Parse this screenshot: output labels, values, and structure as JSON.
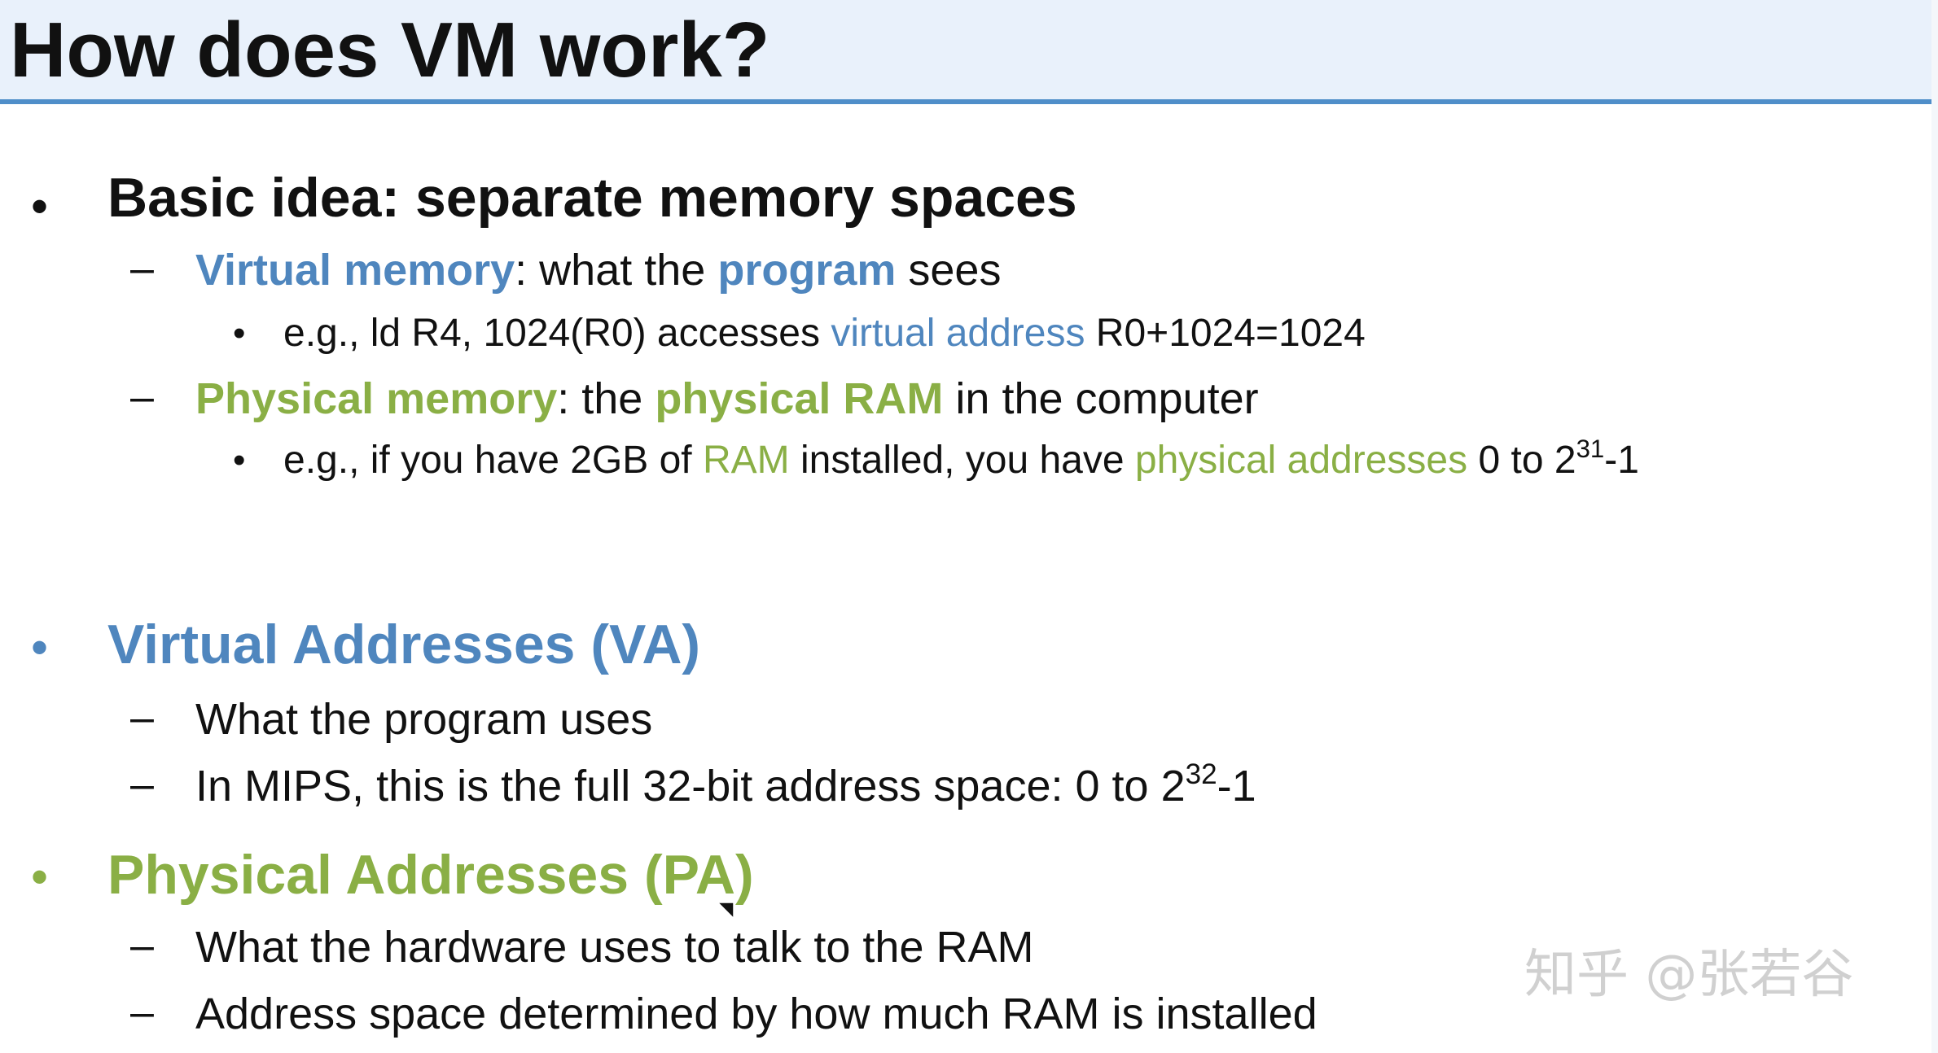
{
  "title": "How does VM work?",
  "colors": {
    "title_bar_bg": "#e9f1fb",
    "title_rule": "#4f8ec9",
    "blue": "#4f86be",
    "green": "#8aaf45",
    "text": "#111111",
    "watermark": "#c4c4c4"
  },
  "bullets": {
    "basic": {
      "bullet": "•",
      "text": "Basic idea: separate memory spaces",
      "virtual_memory": {
        "dash": "–",
        "term": "Virtual memory",
        "colon": ": what the ",
        "program": "program",
        "tail": " sees",
        "example": {
          "bullet": "•",
          "prefix": "e.g., ld R4, 1024(R0) accesses ",
          "highlight": "virtual address",
          "suffix": " R0+1024=1024"
        }
      },
      "physical_memory": {
        "dash": "–",
        "term": "Physical memory",
        "colon": ": the ",
        "ram": "physical RAM",
        "tail": " in the computer",
        "example": {
          "bullet": "•",
          "prefix": "e.g., if you have 2GB of ",
          "ram": "RAM",
          "middle": " installed, you have ",
          "highlight": "physical addresses",
          "range_prefix": " 0 to 2",
          "exponent": "31",
          "range_suffix": "-1"
        }
      }
    },
    "va": {
      "bullet": "•",
      "text": "Virtual Addresses (VA)",
      "items": [
        {
          "dash": "–",
          "text": "What the program uses"
        },
        {
          "dash": "–",
          "prefix": "In MIPS, this is the full 32-bit address space: 0 to 2",
          "exponent": "32",
          "suffix": "-1"
        }
      ]
    },
    "pa": {
      "bullet": "•",
      "text": "Physical Addresses (PA)",
      "items": [
        {
          "dash": "–",
          "text": "What the hardware uses to talk to the RAM"
        },
        {
          "dash": "–",
          "text": "Address space determined by how much RAM is installed"
        }
      ]
    }
  },
  "watermark": "知乎 @张若谷",
  "cursor_icon": "mouse-pointer-icon"
}
